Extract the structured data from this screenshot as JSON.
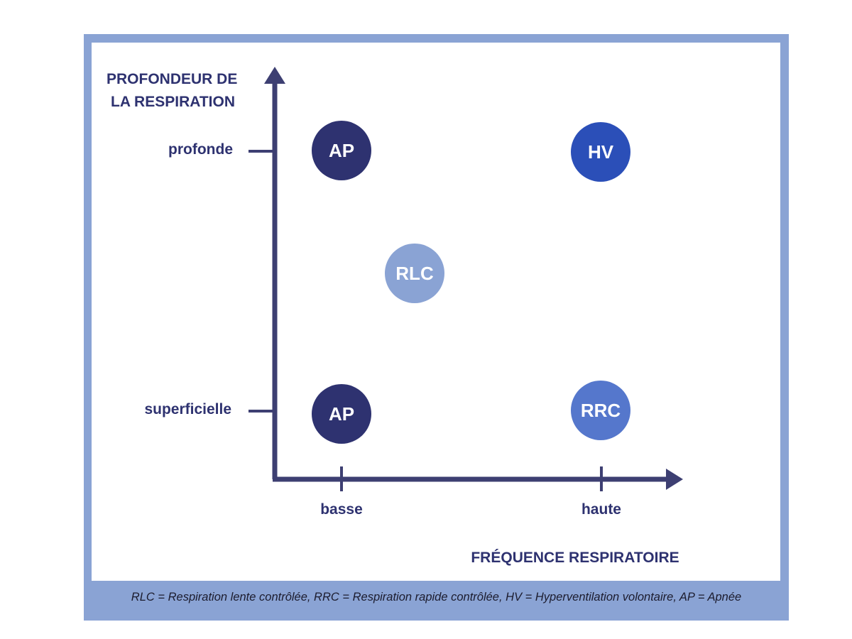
{
  "axes": {
    "y_title_line1": "PROFONDEUR DE",
    "y_title_line2": "LA RESPIRATION",
    "x_title": "FRÉQUENCE RESPIRATOIRE",
    "y_ticks": [
      "profonde",
      "superficielle"
    ],
    "x_ticks": [
      "basse",
      "haute"
    ]
  },
  "points": [
    {
      "label": "AP",
      "x": "basse",
      "y": "profonde",
      "color": "#2e3270"
    },
    {
      "label": "HV",
      "x": "haute",
      "y": "profonde",
      "color": "#2b4fb8"
    },
    {
      "label": "RLC",
      "x": "entre basse et haute",
      "y": "entre superficielle et profonde",
      "color": "#8aa3d4"
    },
    {
      "label": "AP",
      "x": "basse",
      "y": "superficielle",
      "color": "#2e3270"
    },
    {
      "label": "RRC",
      "x": "haute",
      "y": "superficielle",
      "color": "#5577cc"
    }
  ],
  "colors": {
    "axis": "#3d3f72",
    "frame": "#8aa3d4",
    "text": "#2e3270"
  },
  "footnote": "RLC = Respiration lente contrôlée, RRC = Respiration rapide contrôlée, HV = Hyperventilation volontaire, AP = Apnée"
}
